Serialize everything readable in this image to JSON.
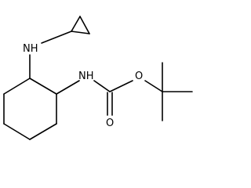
{
  "atoms": {
    "amine_nh": "NH",
    "carbamate_nh": "NH",
    "ether_o": "O",
    "carbonyl_o": "O"
  },
  "colors": {
    "bond": "#000000",
    "label": "#000000",
    "background": "#ffffff"
  }
}
